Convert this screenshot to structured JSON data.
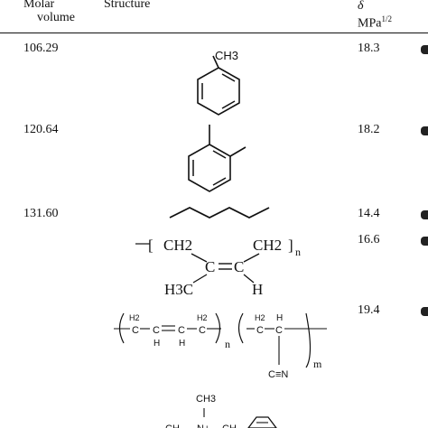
{
  "table": {
    "headers": {
      "molar_line1": "Molar",
      "molar_line2": "volume",
      "structure": "Structure",
      "delta": "δ",
      "unit_base": "MPa",
      "unit_sup": "1/2"
    },
    "rows": [
      {
        "molar_volume": "106.29",
        "delta": "18.3"
      },
      {
        "molar_volume": "120.64",
        "delta": "18.2"
      },
      {
        "molar_volume": "131.60",
        "delta": "14.4"
      },
      {
        "molar_volume": "",
        "delta": "16.6"
      },
      {
        "molar_volume": "",
        "delta": "19.4"
      }
    ]
  },
  "structures": {
    "toluene": {
      "methyl": "CH3"
    },
    "polyisoprene": {
      "open_bracket": "[",
      "left_ch2": "CH2",
      "right_ch2": "CH2",
      "close_bracket": "]",
      "subscript": "n",
      "ch3": "H3C",
      "c_left": "C",
      "c_right": "C",
      "h": "H"
    },
    "nbr": {
      "h2_a": "H2",
      "c_a": "C",
      "c_b": "C",
      "h_b": "H",
      "c_c": "C",
      "h_c": "H",
      "h2_d": "H2",
      "c_d": "C",
      "n_sub": "n",
      "h2_e": "H2",
      "c_e": "C",
      "c_f": "C",
      "h_f": "H",
      "cn": "C≡N",
      "m_sub": "m"
    },
    "quat": {
      "ch3": "CH3",
      "ch2_left": "CH",
      "n_plus": "N+",
      "ch2_right": "CH"
    }
  }
}
